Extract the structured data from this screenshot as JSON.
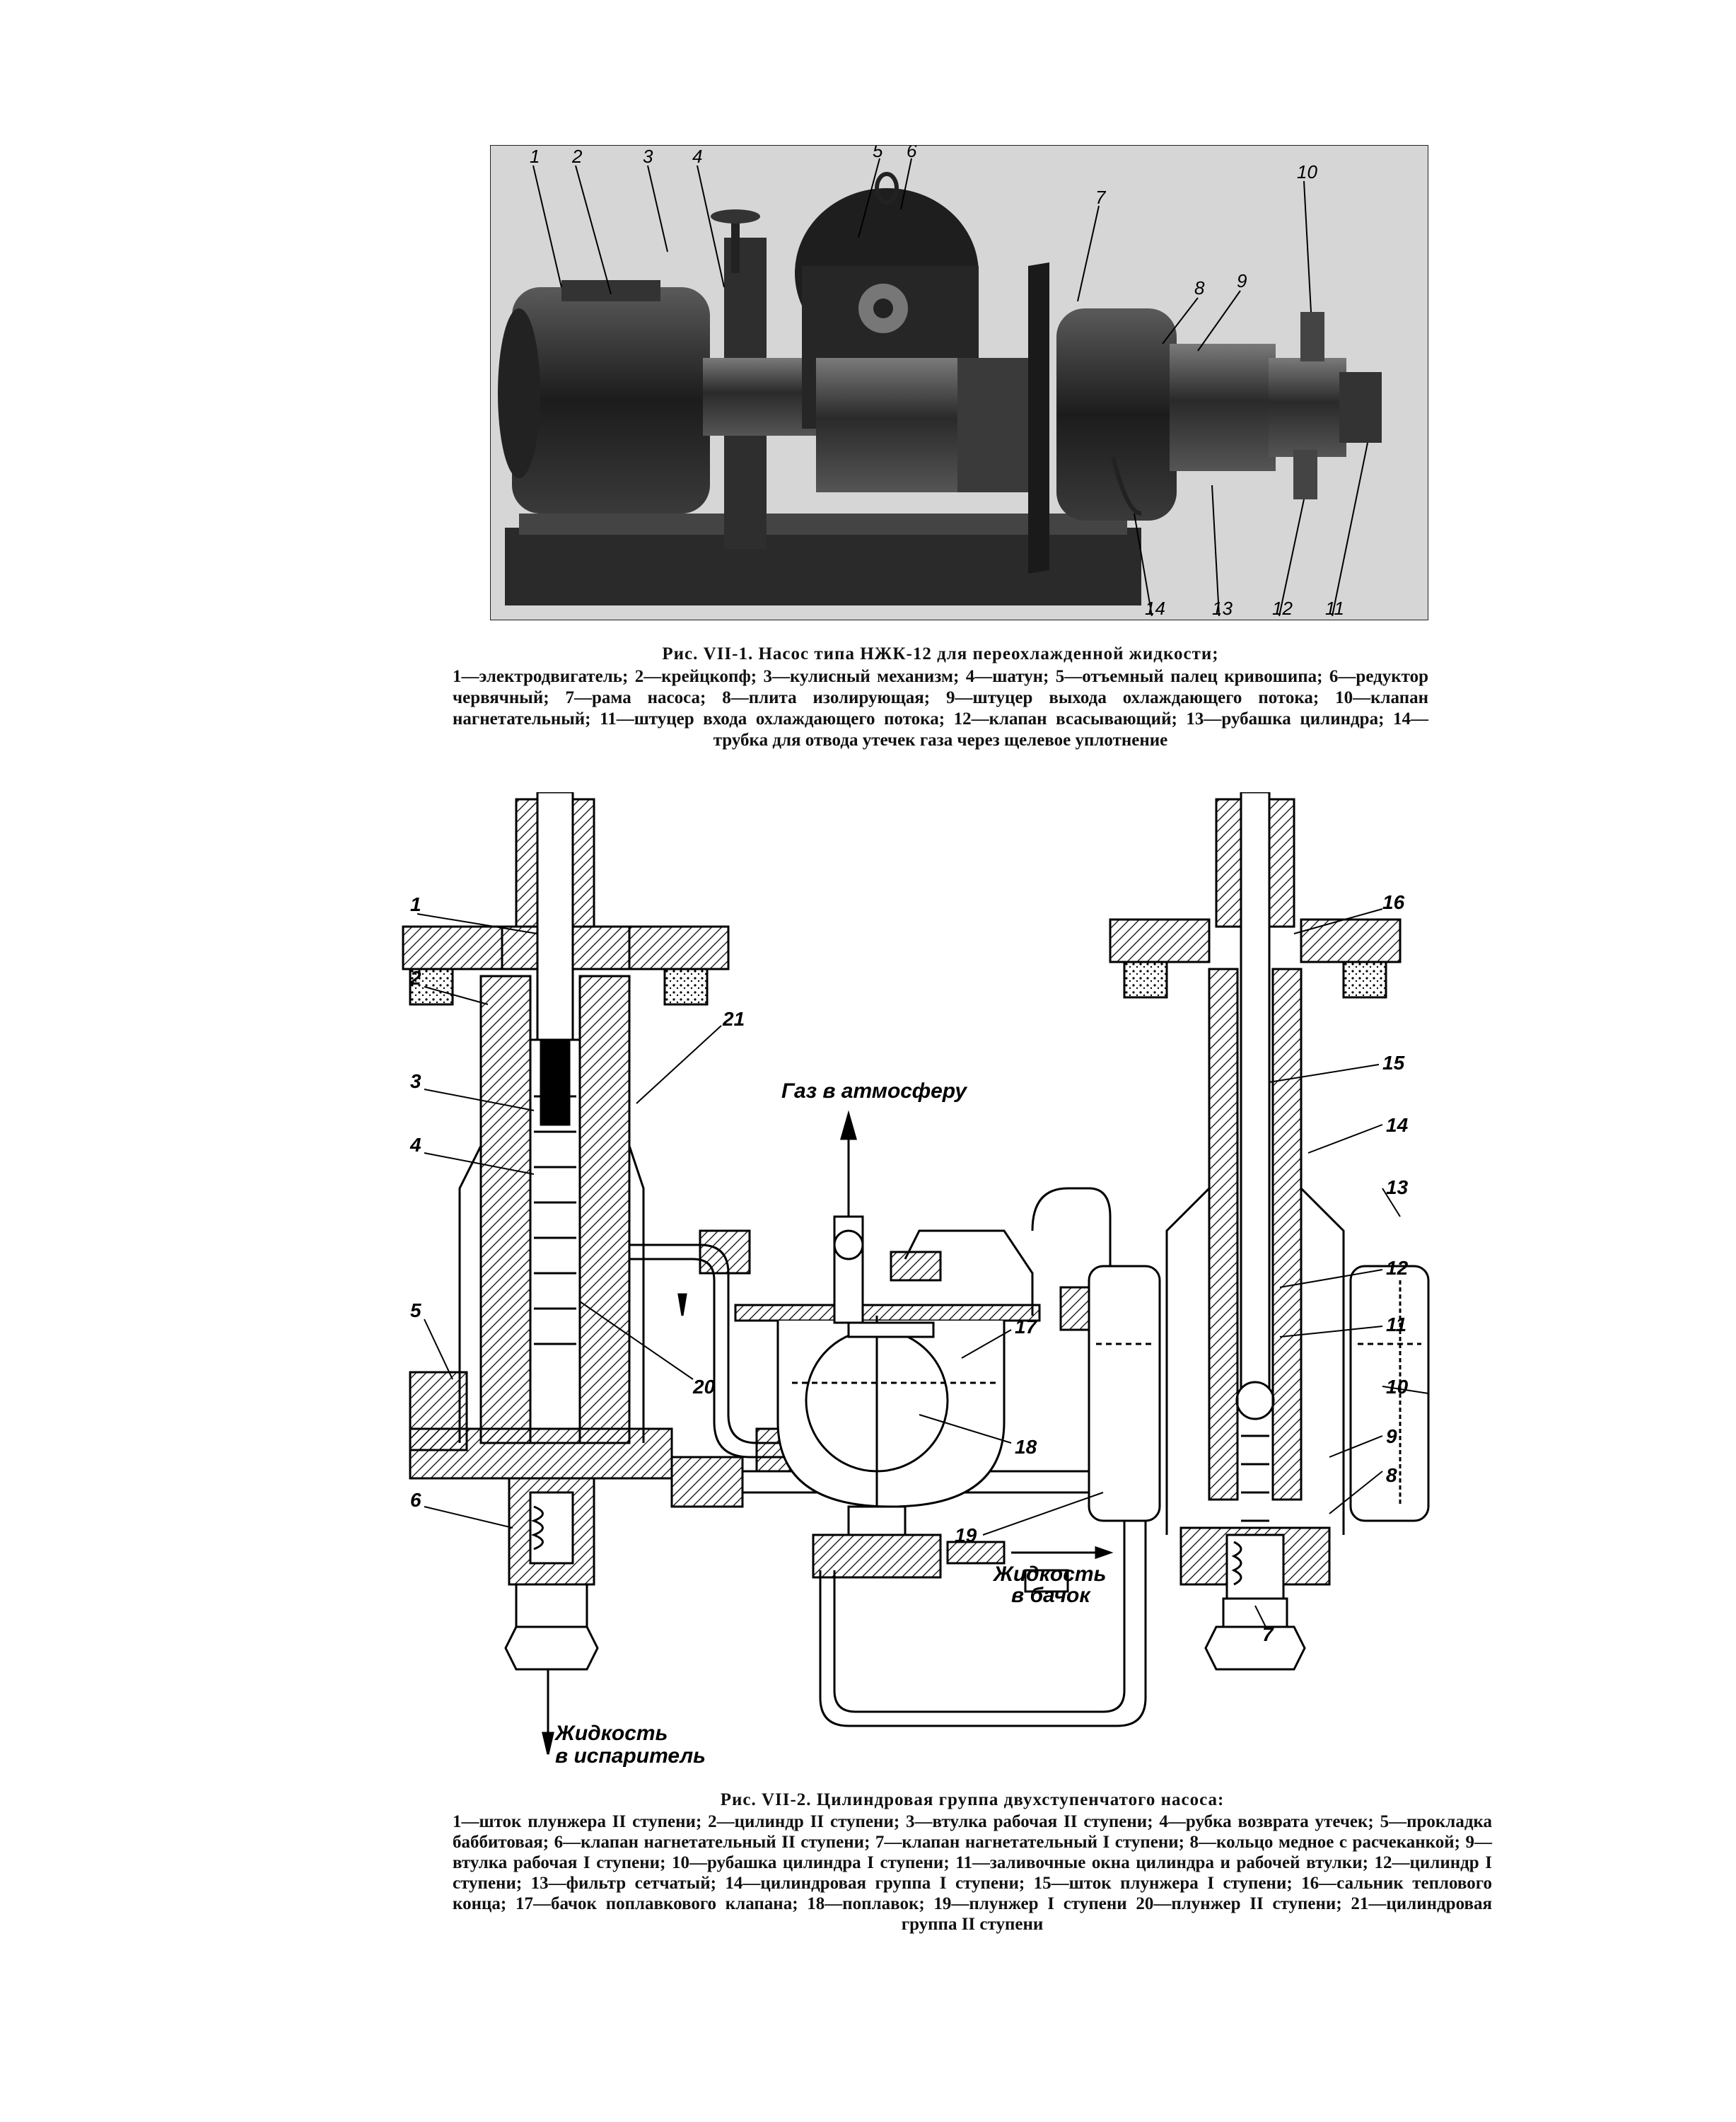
{
  "figure1": {
    "callouts": [
      "1",
      "2",
      "3",
      "4",
      "5",
      "6",
      "7",
      "8",
      "9",
      "10",
      "11",
      "12",
      "13",
      "14"
    ],
    "caption_title": "Рис. VII-1. Насос типа НЖК-12 для переохлажденной жидкости;",
    "caption_body": "1—электродвигатель; 2—крейцкопф; 3—кулисный механизм; 4—шатун; 5—отъемный палец кривошипа; 6—редуктор червячный; 7—рама насоса; 8—плита изолирующая; 9—штуцер выхода охлаждающего потока; 10—клапан нагнетательный; 11—штуцер входа охлаждающего потока; 12—клапан всасывающий; 13—рубашка цилиндра; 14—трубка для отвода утечек газа через щелевое уплотнение"
  },
  "figure2": {
    "flow_labels": {
      "gas_to_atmosphere": "Газ в атмосферу",
      "liquid_to_tank_1": "Жидкость",
      "liquid_to_tank_2": "в бачок",
      "liquid_to_evaporator_1": "Жидкость",
      "liquid_to_evaporator_2": "в испаритель"
    },
    "callouts": [
      "1",
      "2",
      "3",
      "4",
      "5",
      "6",
      "21",
      "20",
      "16",
      "15",
      "14",
      "13",
      "12",
      "11",
      "10",
      "9",
      "8",
      "7",
      "17",
      "18",
      "19"
    ],
    "caption_title": "Рис. VII-2. Цилиндровая группа двухступенчатого насоса:",
    "caption_body": "1—шток плунжера II ступени; 2—цилиндр II ступени; 3—втулка рабочая II ступени; 4—рубка возврата утечек; 5—прокладка баббитовая; 6—клапан нагнетательный II ступени; 7—клапан нагнетательный I ступени; 8—кольцо медное с расчеканкой; 9—втулка рабочая I ступени; 10—рубашка цилиндра I ступени; 11—заливочные окна цилиндра и рабочей втулки; 12—цилиндр I ступени; 13—фильтр сетчатый; 14—цилиндровая группа I ступени; 15—шток плунжера I ступени; 16—сальник теплового конца; 17—бачок поплавкового клапана; 18—поплавок; 19—плунжер I ступени 20—плунжер II ступени; 21—цилиндровая группа II ступени"
  }
}
